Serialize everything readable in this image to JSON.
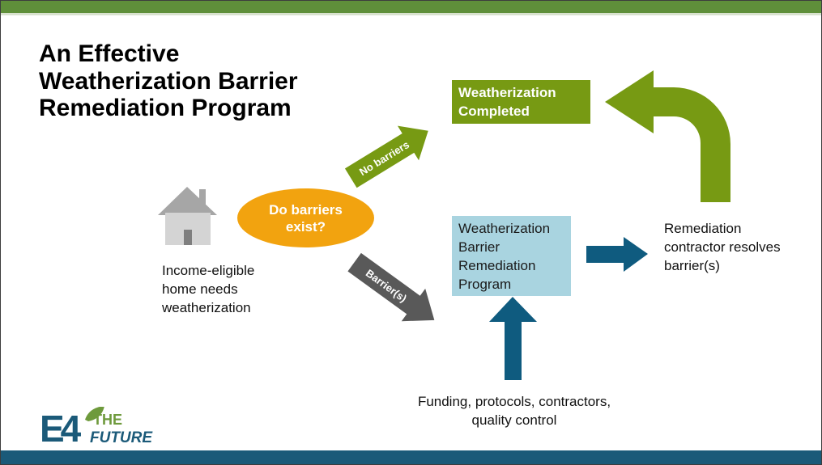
{
  "title": "An Effective Weatherization Barrier Remediation Program",
  "decision": {
    "label": "Do barriers exist?"
  },
  "home": {
    "caption": "Income-eligible home needs weatherization"
  },
  "path_no_barriers": {
    "label": "No barriers"
  },
  "path_barriers": {
    "label": "Barrier(s)"
  },
  "completed_box": {
    "label": "Weatherization Completed"
  },
  "program_box": {
    "label": "Weatherization Barrier Remediation Program"
  },
  "contractor": {
    "label": "Remediation contractor resolves barrier(s)"
  },
  "inputs": {
    "label": "Funding, protocols, contractors, quality control"
  },
  "logo": {
    "mark": "E4",
    "line1": "THE",
    "line2": "FUTURE"
  },
  "colors": {
    "top_bar": "#5f8f3a",
    "bottom_bar": "#1b5a79",
    "green_accent": "#779a13",
    "orange": "#f2a30f",
    "teal_arrow": "#0f5b7f",
    "gray_arrow": "#595959",
    "light_blue_box": "#a9d4e0",
    "house_gray": "#a6a6a6"
  },
  "icons": [
    "house-icon",
    "no-barriers-arrow",
    "barriers-arrow",
    "return-arrow",
    "resolve-arrow",
    "inputs-arrow",
    "e4-leaf-icon"
  ]
}
